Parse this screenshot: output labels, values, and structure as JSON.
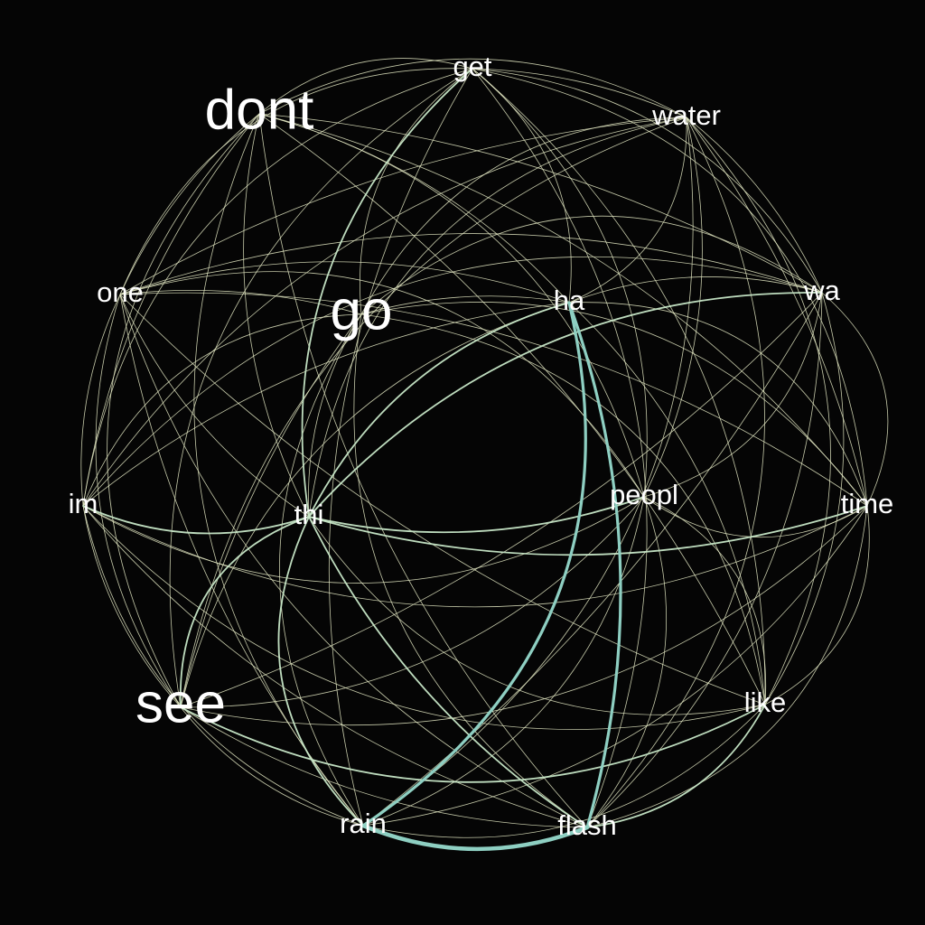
{
  "diagram": {
    "type": "word co-occurrence network",
    "layout": "circular",
    "background": "#050505",
    "colors": {
      "edge_weak": "#e6ebc6",
      "edge_medium": "#c8e8c8",
      "edge_strong": "#8ecfc2",
      "label": "#ffffff"
    },
    "nodes": [
      {
        "id": "get",
        "label": "get",
        "size": "small"
      },
      {
        "id": "water",
        "label": "water",
        "size": "small"
      },
      {
        "id": "wa",
        "label": "wa",
        "size": "small"
      },
      {
        "id": "time",
        "label": "time",
        "size": "small"
      },
      {
        "id": "like",
        "label": "like",
        "size": "small"
      },
      {
        "id": "flash",
        "label": "flash",
        "size": "small"
      },
      {
        "id": "rain",
        "label": "rain",
        "size": "small"
      },
      {
        "id": "see",
        "label": "see",
        "size": "large"
      },
      {
        "id": "im",
        "label": "im",
        "size": "small"
      },
      {
        "id": "one",
        "label": "one",
        "size": "small"
      },
      {
        "id": "dont",
        "label": "dont",
        "size": "large"
      },
      {
        "id": "go",
        "label": "go",
        "size": "large"
      },
      {
        "id": "ha",
        "label": "ha",
        "size": "small"
      },
      {
        "id": "peopl",
        "label": "peopl",
        "size": "small"
      },
      {
        "id": "thi",
        "label": "thi",
        "size": "small"
      }
    ],
    "edges": [
      {
        "source": "rain",
        "target": "flash",
        "weight": 4
      },
      {
        "source": "ha",
        "target": "flash",
        "weight": 3
      },
      {
        "source": "ha",
        "target": "rain",
        "weight": 3
      },
      {
        "source": "thi",
        "target": "flash",
        "weight": 2
      },
      {
        "source": "thi",
        "target": "rain",
        "weight": 2
      },
      {
        "source": "thi",
        "target": "ha",
        "weight": 2
      },
      {
        "source": "thi",
        "target": "wa",
        "weight": 2
      },
      {
        "source": "thi",
        "target": "peopl",
        "weight": 2
      },
      {
        "source": "thi",
        "target": "see",
        "weight": 2
      },
      {
        "source": "thi",
        "target": "time",
        "weight": 2
      },
      {
        "source": "like",
        "target": "flash",
        "weight": 2
      },
      {
        "source": "like",
        "target": "see",
        "weight": 2
      },
      {
        "source": "im",
        "target": "thi",
        "weight": 2
      },
      {
        "source": "get",
        "target": "thi",
        "weight": 2
      },
      {
        "source": "peopl",
        "target": "rain",
        "weight": 1
      },
      {
        "source": "peopl",
        "target": "flash",
        "weight": 1
      },
      {
        "source": "peopl",
        "target": "see",
        "weight": 1
      },
      {
        "source": "peopl",
        "target": "like",
        "weight": 1
      },
      {
        "source": "peopl",
        "target": "water",
        "weight": 1
      },
      {
        "source": "peopl",
        "target": "get",
        "weight": 1
      },
      {
        "source": "peopl",
        "target": "dont",
        "weight": 1
      },
      {
        "source": "peopl",
        "target": "one",
        "weight": 1
      },
      {
        "source": "peopl",
        "target": "im",
        "weight": 1
      },
      {
        "source": "ha",
        "target": "get",
        "weight": 1
      },
      {
        "source": "ha",
        "target": "water",
        "weight": 1
      },
      {
        "source": "ha",
        "target": "wa",
        "weight": 1
      },
      {
        "source": "ha",
        "target": "time",
        "weight": 1
      },
      {
        "source": "ha",
        "target": "like",
        "weight": 1
      },
      {
        "source": "ha",
        "target": "see",
        "weight": 1
      },
      {
        "source": "ha",
        "target": "im",
        "weight": 1
      },
      {
        "source": "ha",
        "target": "one",
        "weight": 1
      },
      {
        "source": "ha",
        "target": "dont",
        "weight": 1
      },
      {
        "source": "ha",
        "target": "go",
        "weight": 1
      },
      {
        "source": "go",
        "target": "get",
        "weight": 1
      },
      {
        "source": "go",
        "target": "water",
        "weight": 1
      },
      {
        "source": "go",
        "target": "wa",
        "weight": 1
      },
      {
        "source": "go",
        "target": "time",
        "weight": 1
      },
      {
        "source": "go",
        "target": "like",
        "weight": 1
      },
      {
        "source": "go",
        "target": "flash",
        "weight": 1
      },
      {
        "source": "go",
        "target": "rain",
        "weight": 1
      },
      {
        "source": "go",
        "target": "see",
        "weight": 1
      },
      {
        "source": "go",
        "target": "im",
        "weight": 1
      },
      {
        "source": "go",
        "target": "one",
        "weight": 1
      },
      {
        "source": "go",
        "target": "thi",
        "weight": 1
      },
      {
        "source": "dont",
        "target": "get",
        "weight": 1
      },
      {
        "source": "dont",
        "target": "water",
        "weight": 1
      },
      {
        "source": "dont",
        "target": "wa",
        "weight": 1
      },
      {
        "source": "dont",
        "target": "time",
        "weight": 1
      },
      {
        "source": "dont",
        "target": "like",
        "weight": 1
      },
      {
        "source": "dont",
        "target": "flash",
        "weight": 1
      },
      {
        "source": "dont",
        "target": "rain",
        "weight": 1
      },
      {
        "source": "dont",
        "target": "see",
        "weight": 1
      },
      {
        "source": "dont",
        "target": "im",
        "weight": 1
      },
      {
        "source": "dont",
        "target": "one",
        "weight": 1
      },
      {
        "source": "dont",
        "target": "thi",
        "weight": 1
      },
      {
        "source": "one",
        "target": "get",
        "weight": 1
      },
      {
        "source": "one",
        "target": "water",
        "weight": 1
      },
      {
        "source": "one",
        "target": "wa",
        "weight": 1
      },
      {
        "source": "one",
        "target": "time",
        "weight": 1
      },
      {
        "source": "one",
        "target": "like",
        "weight": 1
      },
      {
        "source": "one",
        "target": "flash",
        "weight": 1
      },
      {
        "source": "one",
        "target": "rain",
        "weight": 1
      },
      {
        "source": "one",
        "target": "see",
        "weight": 1
      },
      {
        "source": "one",
        "target": "thi",
        "weight": 1
      },
      {
        "source": "im",
        "target": "get",
        "weight": 1
      },
      {
        "source": "im",
        "target": "water",
        "weight": 1
      },
      {
        "source": "im",
        "target": "wa",
        "weight": 1
      },
      {
        "source": "im",
        "target": "time",
        "weight": 1
      },
      {
        "source": "im",
        "target": "like",
        "weight": 1
      },
      {
        "source": "im",
        "target": "flash",
        "weight": 1
      },
      {
        "source": "im",
        "target": "rain",
        "weight": 1
      },
      {
        "source": "im",
        "target": "see",
        "weight": 1
      },
      {
        "source": "im",
        "target": "one",
        "weight": 1
      },
      {
        "source": "see",
        "target": "get",
        "weight": 1
      },
      {
        "source": "see",
        "target": "water",
        "weight": 1
      },
      {
        "source": "see",
        "target": "wa",
        "weight": 1
      },
      {
        "source": "see",
        "target": "time",
        "weight": 1
      },
      {
        "source": "see",
        "target": "flash",
        "weight": 1
      },
      {
        "source": "see",
        "target": "rain",
        "weight": 1
      },
      {
        "source": "rain",
        "target": "get",
        "weight": 1
      },
      {
        "source": "rain",
        "target": "water",
        "weight": 1
      },
      {
        "source": "rain",
        "target": "wa",
        "weight": 1
      },
      {
        "source": "rain",
        "target": "time",
        "weight": 1
      },
      {
        "source": "rain",
        "target": "like",
        "weight": 1
      },
      {
        "source": "flash",
        "target": "get",
        "weight": 1
      },
      {
        "source": "flash",
        "target": "water",
        "weight": 1
      },
      {
        "source": "flash",
        "target": "wa",
        "weight": 1
      },
      {
        "source": "flash",
        "target": "time",
        "weight": 1
      },
      {
        "source": "like",
        "target": "get",
        "weight": 1
      },
      {
        "source": "like",
        "target": "water",
        "weight": 1
      },
      {
        "source": "like",
        "target": "wa",
        "weight": 1
      },
      {
        "source": "like",
        "target": "time",
        "weight": 1
      },
      {
        "source": "time",
        "target": "get",
        "weight": 1
      },
      {
        "source": "time",
        "target": "water",
        "weight": 1
      },
      {
        "source": "time",
        "target": "wa",
        "weight": 1
      },
      {
        "source": "wa",
        "target": "get",
        "weight": 1
      },
      {
        "source": "wa",
        "target": "water",
        "weight": 1
      },
      {
        "source": "water",
        "target": "get",
        "weight": 1
      },
      {
        "source": "thi",
        "target": "water",
        "weight": 1
      },
      {
        "source": "thi",
        "target": "like",
        "weight": 1
      },
      {
        "source": "peopl",
        "target": "wa",
        "weight": 1
      },
      {
        "source": "peopl",
        "target": "time",
        "weight": 1
      }
    ]
  }
}
